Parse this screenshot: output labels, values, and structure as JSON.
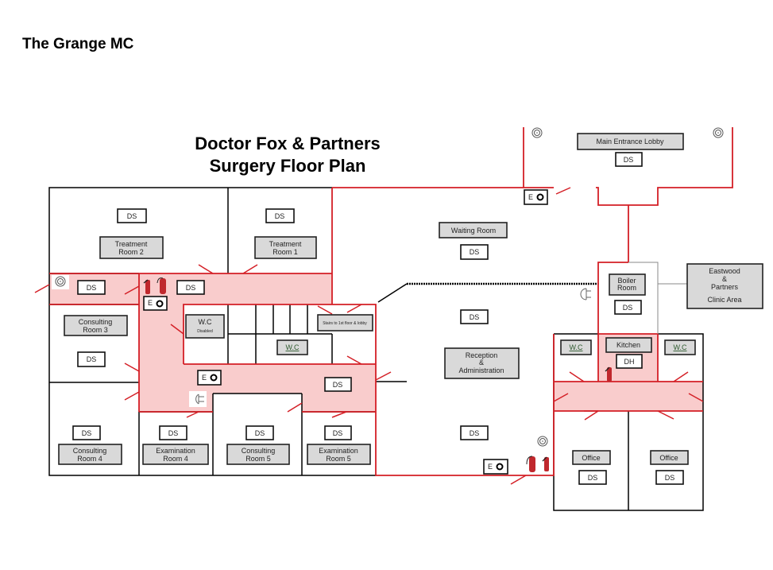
{
  "page_title": "The Grange MC",
  "plan_heading": [
    "Doctor Fox & Partners",
    "Surgery Floor Plan"
  ],
  "rooms": {
    "treatment_2": [
      "Treatment",
      "Room 2"
    ],
    "treatment_1": [
      "Treatment",
      "Room 1"
    ],
    "consulting_3": [
      "Consulting",
      "Room 3"
    ],
    "wc_disabled": [
      "W.C",
      "Disabled"
    ],
    "wc_stairs": "W.C",
    "stairs": "Stairs to 1st floor & lobby",
    "consulting_4": [
      "Consulting",
      "Room 4"
    ],
    "examination_4": [
      "Examination",
      "Room 4"
    ],
    "consulting_5": [
      "Consulting",
      "Room 5"
    ],
    "examination_5": [
      "Examination",
      "Room 5"
    ],
    "waiting_room": "Waiting Room",
    "reception": [
      "Reception",
      "&",
      "Administration"
    ],
    "main_entrance": "Main Entrance Lobby",
    "boiler_room": [
      "Boiler",
      "Room"
    ],
    "eastwood": [
      "Eastwood",
      "&",
      "Partners",
      "Clinic Area"
    ],
    "wc_right_1": "W.C",
    "wc_right_2": "W.C",
    "kitchen": "Kitchen",
    "office_1": "Office",
    "office_2": "Office"
  },
  "markers": {
    "ds": "DS",
    "dh": "DH",
    "e_label": "E"
  },
  "colors": {
    "fire_wall": "#d41f26",
    "corridor": "#f9cccc",
    "label_box": "#d9d9d9"
  },
  "icons": [
    "smoke-detector-icon",
    "fire-extinguisher-icon",
    "power-plug-icon",
    "emergency-light-icon"
  ]
}
